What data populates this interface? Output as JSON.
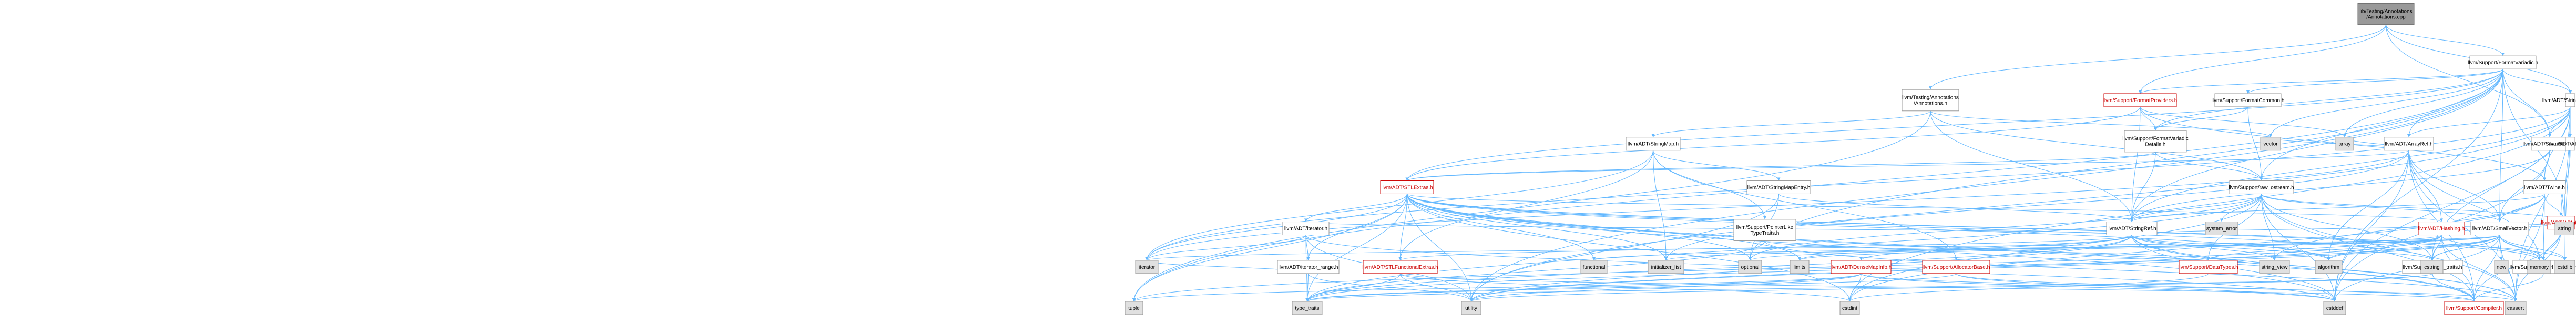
{
  "graph_title": "lib/Testing/Annotations/Annotations.cpp",
  "nodes": {
    "root": {
      "lines": [
        "lib/Testing/Annotations",
        "/Annotations.cpp"
      ],
      "style": "root"
    },
    "fmtvar": {
      "lines": [
        "llvm/Support/FormatVariadic.h"
      ],
      "style": "normal"
    },
    "testann": {
      "lines": [
        "llvm/Testing/Annotations",
        "/Annotations.h"
      ],
      "style": "normal"
    },
    "fmtprov": {
      "lines": [
        "llvm/Support/FormatProviders.h"
      ],
      "style": "red"
    },
    "fmtcommon": {
      "lines": [
        "llvm/Support/FormatCommon.h"
      ],
      "style": "normal"
    },
    "strextras": {
      "lines": [
        "llvm/ADT/StringExtras.h"
      ],
      "style": "normal"
    },
    "stringmap": {
      "lines": [
        "llvm/ADT/StringMap.h"
      ],
      "style": "normal"
    },
    "fmtvardet": {
      "lines": [
        "llvm/Support/FormatVariadic",
        "Details.h"
      ],
      "style": "normal"
    },
    "arrayref": {
      "lines": [
        "llvm/ADT/ArrayRef.h"
      ],
      "style": "normal"
    },
    "smallstr": {
      "lines": [
        "llvm/ADT/SmallString.h"
      ],
      "style": "normal"
    },
    "apsint": {
      "lines": [
        "llvm/ADT/APSInt.h"
      ],
      "style": "normal"
    },
    "stlextras": {
      "lines": [
        "llvm/ADT/STLExtras.h"
      ],
      "style": "red"
    },
    "smentry": {
      "lines": [
        "llvm/ADT/StringMapEntry.h"
      ],
      "style": "normal"
    },
    "rawostream": {
      "lines": [
        "llvm/Support/raw_ostream.h"
      ],
      "style": "normal"
    },
    "twine": {
      "lines": [
        "llvm/ADT/Twine.h"
      ],
      "style": "normal"
    },
    "apint": {
      "lines": [
        "llvm/ADT/APInt.h"
      ],
      "style": "red"
    },
    "iterator": {
      "lines": [
        "llvm/ADT/iterator.h"
      ],
      "style": "normal"
    },
    "ptrlike": {
      "lines": [
        "llvm/Support/PointerLike",
        "TypeTraits.h"
      ],
      "style": "normal"
    },
    "stringref": {
      "lines": [
        "llvm/ADT/StringRef.h"
      ],
      "style": "normal"
    },
    "hashing": {
      "lines": [
        "llvm/ADT/Hashing.h"
      ],
      "style": "red"
    },
    "smallvec": {
      "lines": [
        "llvm/ADT/SmallVector.h"
      ],
      "style": "normal"
    },
    "itrange": {
      "lines": [
        "llvm/ADT/iterator_range.h"
      ],
      "style": "normal"
    },
    "stlfunc": {
      "lines": [
        "llvm/ADT/STLFunctionalExtras.h"
      ],
      "style": "red"
    },
    "densemap": {
      "lines": [
        "llvm/ADT/DenseMapInfo.h"
      ],
      "style": "red"
    },
    "allocbase": {
      "lines": [
        "llvm/Support/AllocatorBase.h"
      ],
      "style": "red"
    },
    "datatypes": {
      "lines": [
        "llvm/Support/DataTypes.h"
      ],
      "style": "red"
    },
    "typetr": {
      "lines": [
        "llvm/Support/type_traits.h"
      ],
      "style": "normal"
    },
    "errhand": {
      "lines": [
        "llvm/Support/ErrorHandling.h"
      ],
      "style": "normal"
    },
    "compiler": {
      "lines": [
        "llvm/Support/Compiler.h"
      ],
      "style": "red"
    },
    "vector": {
      "lines": [
        "vector"
      ],
      "style": "gray"
    },
    "array": {
      "lines": [
        "array"
      ],
      "style": "gray"
    },
    "string": {
      "lines": [
        "string"
      ],
      "style": "gray"
    },
    "sysError": {
      "lines": [
        "system_error"
      ],
      "style": "gray"
    },
    "iteratorH": {
      "lines": [
        "iterator"
      ],
      "style": "gray"
    },
    "functional": {
      "lines": [
        "functional"
      ],
      "style": "gray"
    },
    "initlist": {
      "lines": [
        "initializer_list"
      ],
      "style": "gray"
    },
    "optional": {
      "lines": [
        "optional"
      ],
      "style": "gray"
    },
    "limits": {
      "lines": [
        "limits"
      ],
      "style": "gray"
    },
    "stringview": {
      "lines": [
        "string_view"
      ],
      "style": "gray"
    },
    "algorithm": {
      "lines": [
        "algorithm"
      ],
      "style": "gray"
    },
    "cstring": {
      "lines": [
        "cstring"
      ],
      "style": "gray"
    },
    "newH": {
      "lines": [
        "new"
      ],
      "style": "gray"
    },
    "memory": {
      "lines": [
        "memory"
      ],
      "style": "gray"
    },
    "cstdlib": {
      "lines": [
        "cstdlib"
      ],
      "style": "gray"
    },
    "tuple": {
      "lines": [
        "tuple"
      ],
      "style": "gray"
    },
    "typetraits": {
      "lines": [
        "type_traits"
      ],
      "style": "gray"
    },
    "utility": {
      "lines": [
        "utility"
      ],
      "style": "gray"
    },
    "cstdint": {
      "lines": [
        "cstdint"
      ],
      "style": "gray"
    },
    "cstddef": {
      "lines": [
        "cstddef"
      ],
      "style": "gray"
    },
    "cassert": {
      "lines": [
        "cassert"
      ],
      "style": "gray"
    }
  },
  "edges": [
    [
      "root",
      "fmtvar"
    ],
    [
      "root",
      "testann"
    ],
    [
      "root",
      "strextras"
    ],
    [
      "root",
      "fmtprov"
    ],
    [
      "root",
      "smallstr"
    ],
    [
      "fmtvar",
      "fmtprov"
    ],
    [
      "fmtvar",
      "fmtcommon"
    ],
    [
      "fmtvar",
      "fmtvardet"
    ],
    [
      "fmtvar",
      "arrayref"
    ],
    [
      "fmtvar",
      "smallstr"
    ],
    [
      "fmtvar",
      "smallvec"
    ],
    [
      "fmtvar",
      "stringref"
    ],
    [
      "fmtvar",
      "rawostream"
    ],
    [
      "fmtvar",
      "stlextras"
    ],
    [
      "fmtvar",
      "array"
    ],
    [
      "fmtvar",
      "string"
    ],
    [
      "fmtvar",
      "vector"
    ],
    [
      "fmtvar",
      "optional"
    ],
    [
      "fmtvar",
      "cstddef"
    ],
    [
      "fmtvar",
      "tuple"
    ],
    [
      "fmtvar",
      "utility"
    ],
    [
      "fmtvar",
      "strextras"
    ],
    [
      "testann",
      "stringmap"
    ],
    [
      "testann",
      "stringref"
    ],
    [
      "testann",
      "rawostream"
    ],
    [
      "testann",
      "tuple"
    ],
    [
      "testann",
      "vector"
    ],
    [
      "fmtprov",
      "fmtvardet"
    ],
    [
      "fmtprov",
      "stlextras"
    ],
    [
      "fmtprov",
      "stringref"
    ],
    [
      "fmtprov",
      "twine"
    ],
    [
      "fmtprov",
      "array"
    ],
    [
      "fmtcommon",
      "fmtvardet"
    ],
    [
      "fmtcommon",
      "rawostream"
    ],
    [
      "fmtvardet",
      "stlextras"
    ],
    [
      "fmtvardet",
      "stringref"
    ],
    [
      "fmtvardet",
      "rawostream"
    ],
    [
      "fmtvardet",
      "type_traits_dummy"
    ],
    [
      "strextras",
      "apsint"
    ],
    [
      "strextras",
      "arrayref"
    ],
    [
      "strextras",
      "smallstr"
    ],
    [
      "strextras",
      "stringref"
    ],
    [
      "strextras",
      "twine"
    ],
    [
      "strextras",
      "cassert"
    ],
    [
      "strextras",
      "cstddef"
    ],
    [
      "strextras",
      "cstdint"
    ],
    [
      "strextras",
      "cstdlib"
    ],
    [
      "strextras",
      "cstring"
    ],
    [
      "strextras",
      "iteratorH"
    ],
    [
      "strextras",
      "string"
    ],
    [
      "strextras",
      "utility"
    ],
    [
      "stringmap",
      "stlfunc"
    ],
    [
      "stringmap",
      "smentry"
    ],
    [
      "stringmap",
      "allocbase"
    ],
    [
      "stringmap",
      "ptrlike"
    ],
    [
      "stringmap",
      "initlist"
    ],
    [
      "stringmap",
      "iteratorH"
    ],
    [
      "smentry",
      "stringref"
    ],
    [
      "smentry",
      "optional"
    ],
    [
      "smentry",
      "utility"
    ],
    [
      "arrayref",
      "hashing"
    ],
    [
      "arrayref",
      "smallvec"
    ],
    [
      "arrayref",
      "stlextras"
    ],
    [
      "arrayref",
      "compiler"
    ],
    [
      "arrayref",
      "algorithm"
    ],
    [
      "arrayref",
      "array"
    ],
    [
      "arrayref",
      "cassert"
    ],
    [
      "arrayref",
      "cstddef"
    ],
    [
      "arrayref",
      "initlist"
    ],
    [
      "arrayref",
      "iteratorH"
    ],
    [
      "arrayref",
      "memory"
    ],
    [
      "arrayref",
      "type_traits_dummy"
    ],
    [
      "arrayref",
      "vector"
    ],
    [
      "smallstr",
      "smallvec"
    ],
    [
      "smallstr",
      "stringref"
    ],
    [
      "smallstr",
      "cstddef"
    ],
    [
      "apsint",
      "apint"
    ],
    [
      "apint",
      "compiler"
    ],
    [
      "apint",
      "cassert"
    ],
    [
      "apint",
      "errhand"
    ],
    [
      "stlextras",
      "iterator"
    ],
    [
      "stlextras",
      "itrange"
    ],
    [
      "stlextras",
      "stlfunc"
    ],
    [
      "stlextras",
      "hashing"
    ],
    [
      "stlextras",
      "compiler"
    ],
    [
      "stlextras",
      "algorithm"
    ],
    [
      "stlextras",
      "cassert"
    ],
    [
      "stlextras",
      "cstddef"
    ],
    [
      "stlextras",
      "cstdint"
    ],
    [
      "stlextras",
      "cstdlib"
    ],
    [
      "stlextras",
      "functional"
    ],
    [
      "stlextras",
      "initlist"
    ],
    [
      "stlextras",
      "iteratorH"
    ],
    [
      "stlextras",
      "limits"
    ],
    [
      "stlextras",
      "memory"
    ],
    [
      "stlextras",
      "optional"
    ],
    [
      "stlextras",
      "tuple"
    ],
    [
      "stlextras",
      "typetraits"
    ],
    [
      "stlextras",
      "utility"
    ],
    [
      "stlextras",
      "typetr"
    ],
    [
      "rawostream",
      "compiler"
    ],
    [
      "rawostream",
      "datatypes"
    ],
    [
      "rawostream",
      "cassert"
    ],
    [
      "rawostream",
      "cstddef"
    ],
    [
      "rawostream",
      "cstdint"
    ],
    [
      "rawostream",
      "cstring"
    ],
    [
      "rawostream",
      "optional"
    ],
    [
      "rawostream",
      "string"
    ],
    [
      "rawostream",
      "stringview"
    ],
    [
      "rawostream",
      "sysError"
    ],
    [
      "rawostream",
      "typetraits"
    ],
    [
      "rawostream",
      "smallvec"
    ],
    [
      "rawostream",
      "stringref"
    ],
    [
      "twine",
      "smallvec"
    ],
    [
      "twine",
      "stringref"
    ],
    [
      "twine",
      "errhand"
    ],
    [
      "twine",
      "cassert"
    ],
    [
      "twine",
      "cstdint"
    ],
    [
      "twine",
      "string"
    ],
    [
      "twine",
      "stringview"
    ],
    [
      "iterator",
      "itrange"
    ],
    [
      "iterator",
      "cstddef"
    ],
    [
      "iterator",
      "iteratorH"
    ],
    [
      "iterator",
      "typetraits"
    ],
    [
      "iterator",
      "utility"
    ],
    [
      "itrange",
      "iteratorH"
    ],
    [
      "itrange",
      "typetraits"
    ],
    [
      "itrange",
      "utility"
    ],
    [
      "ptrlike",
      "datatypes"
    ],
    [
      "ptrlike",
      "cassert"
    ],
    [
      "ptrlike",
      "typetraits"
    ],
    [
      "stringref",
      "densemap"
    ],
    [
      "stringref",
      "stlfunc"
    ],
    [
      "stringref",
      "iterator"
    ],
    [
      "stringref",
      "compiler"
    ],
    [
      "stringref",
      "algorithm"
    ],
    [
      "stringref",
      "cassert"
    ],
    [
      "stringref",
      "cstddef"
    ],
    [
      "stringref",
      "cstring"
    ],
    [
      "stringref",
      "limits"
    ],
    [
      "stringref",
      "string"
    ],
    [
      "stringref",
      "stringview"
    ],
    [
      "stringref",
      "typetraits"
    ],
    [
      "stringref",
      "utility"
    ],
    [
      "hashing",
      "errhand"
    ],
    [
      "hashing",
      "datatypes"
    ],
    [
      "hashing",
      "algorithm"
    ],
    [
      "hashing",
      "cassert"
    ],
    [
      "hashing",
      "cstring"
    ],
    [
      "hashing",
      "optional"
    ],
    [
      "hashing",
      "string"
    ],
    [
      "hashing",
      "tuple"
    ],
    [
      "hashing",
      "utility"
    ],
    [
      "hashing",
      "typetr"
    ],
    [
      "hashing",
      "compiler"
    ],
    [
      "smallvec",
      "compiler"
    ],
    [
      "smallvec",
      "typetr"
    ],
    [
      "smallvec",
      "algorithm"
    ],
    [
      "smallvec",
      "cassert"
    ],
    [
      "smallvec",
      "cstddef"
    ],
    [
      "smallvec",
      "cstdlib"
    ],
    [
      "smallvec",
      "cstring"
    ],
    [
      "smallvec",
      "functional"
    ],
    [
      "smallvec",
      "initlist"
    ],
    [
      "smallvec",
      "iteratorH"
    ],
    [
      "smallvec",
      "limits"
    ],
    [
      "smallvec",
      "memory"
    ],
    [
      "smallvec",
      "newH"
    ],
    [
      "smallvec",
      "typetraits"
    ],
    [
      "smallvec",
      "utility"
    ],
    [
      "smallvec",
      "errhand"
    ],
    [
      "stlfunc",
      "compiler"
    ],
    [
      "stlfunc",
      "cstdint"
    ],
    [
      "stlfunc",
      "typetraits"
    ],
    [
      "stlfunc",
      "utility"
    ],
    [
      "densemap",
      "cassert"
    ],
    [
      "densemap",
      "cstddef"
    ],
    [
      "densemap",
      "cstdint"
    ],
    [
      "densemap",
      "tuple"
    ],
    [
      "densemap",
      "typetraits"
    ],
    [
      "densemap",
      "utility"
    ],
    [
      "allocbase",
      "compiler"
    ],
    [
      "allocbase",
      "cstddef"
    ],
    [
      "allocbase",
      "typetraits"
    ],
    [
      "datatypes",
      "cstdint"
    ],
    [
      "typetr",
      "compiler"
    ],
    [
      "typetr",
      "typetraits"
    ],
    [
      "typetr",
      "utility"
    ],
    [
      "errhand",
      "compiler"
    ]
  ]
}
